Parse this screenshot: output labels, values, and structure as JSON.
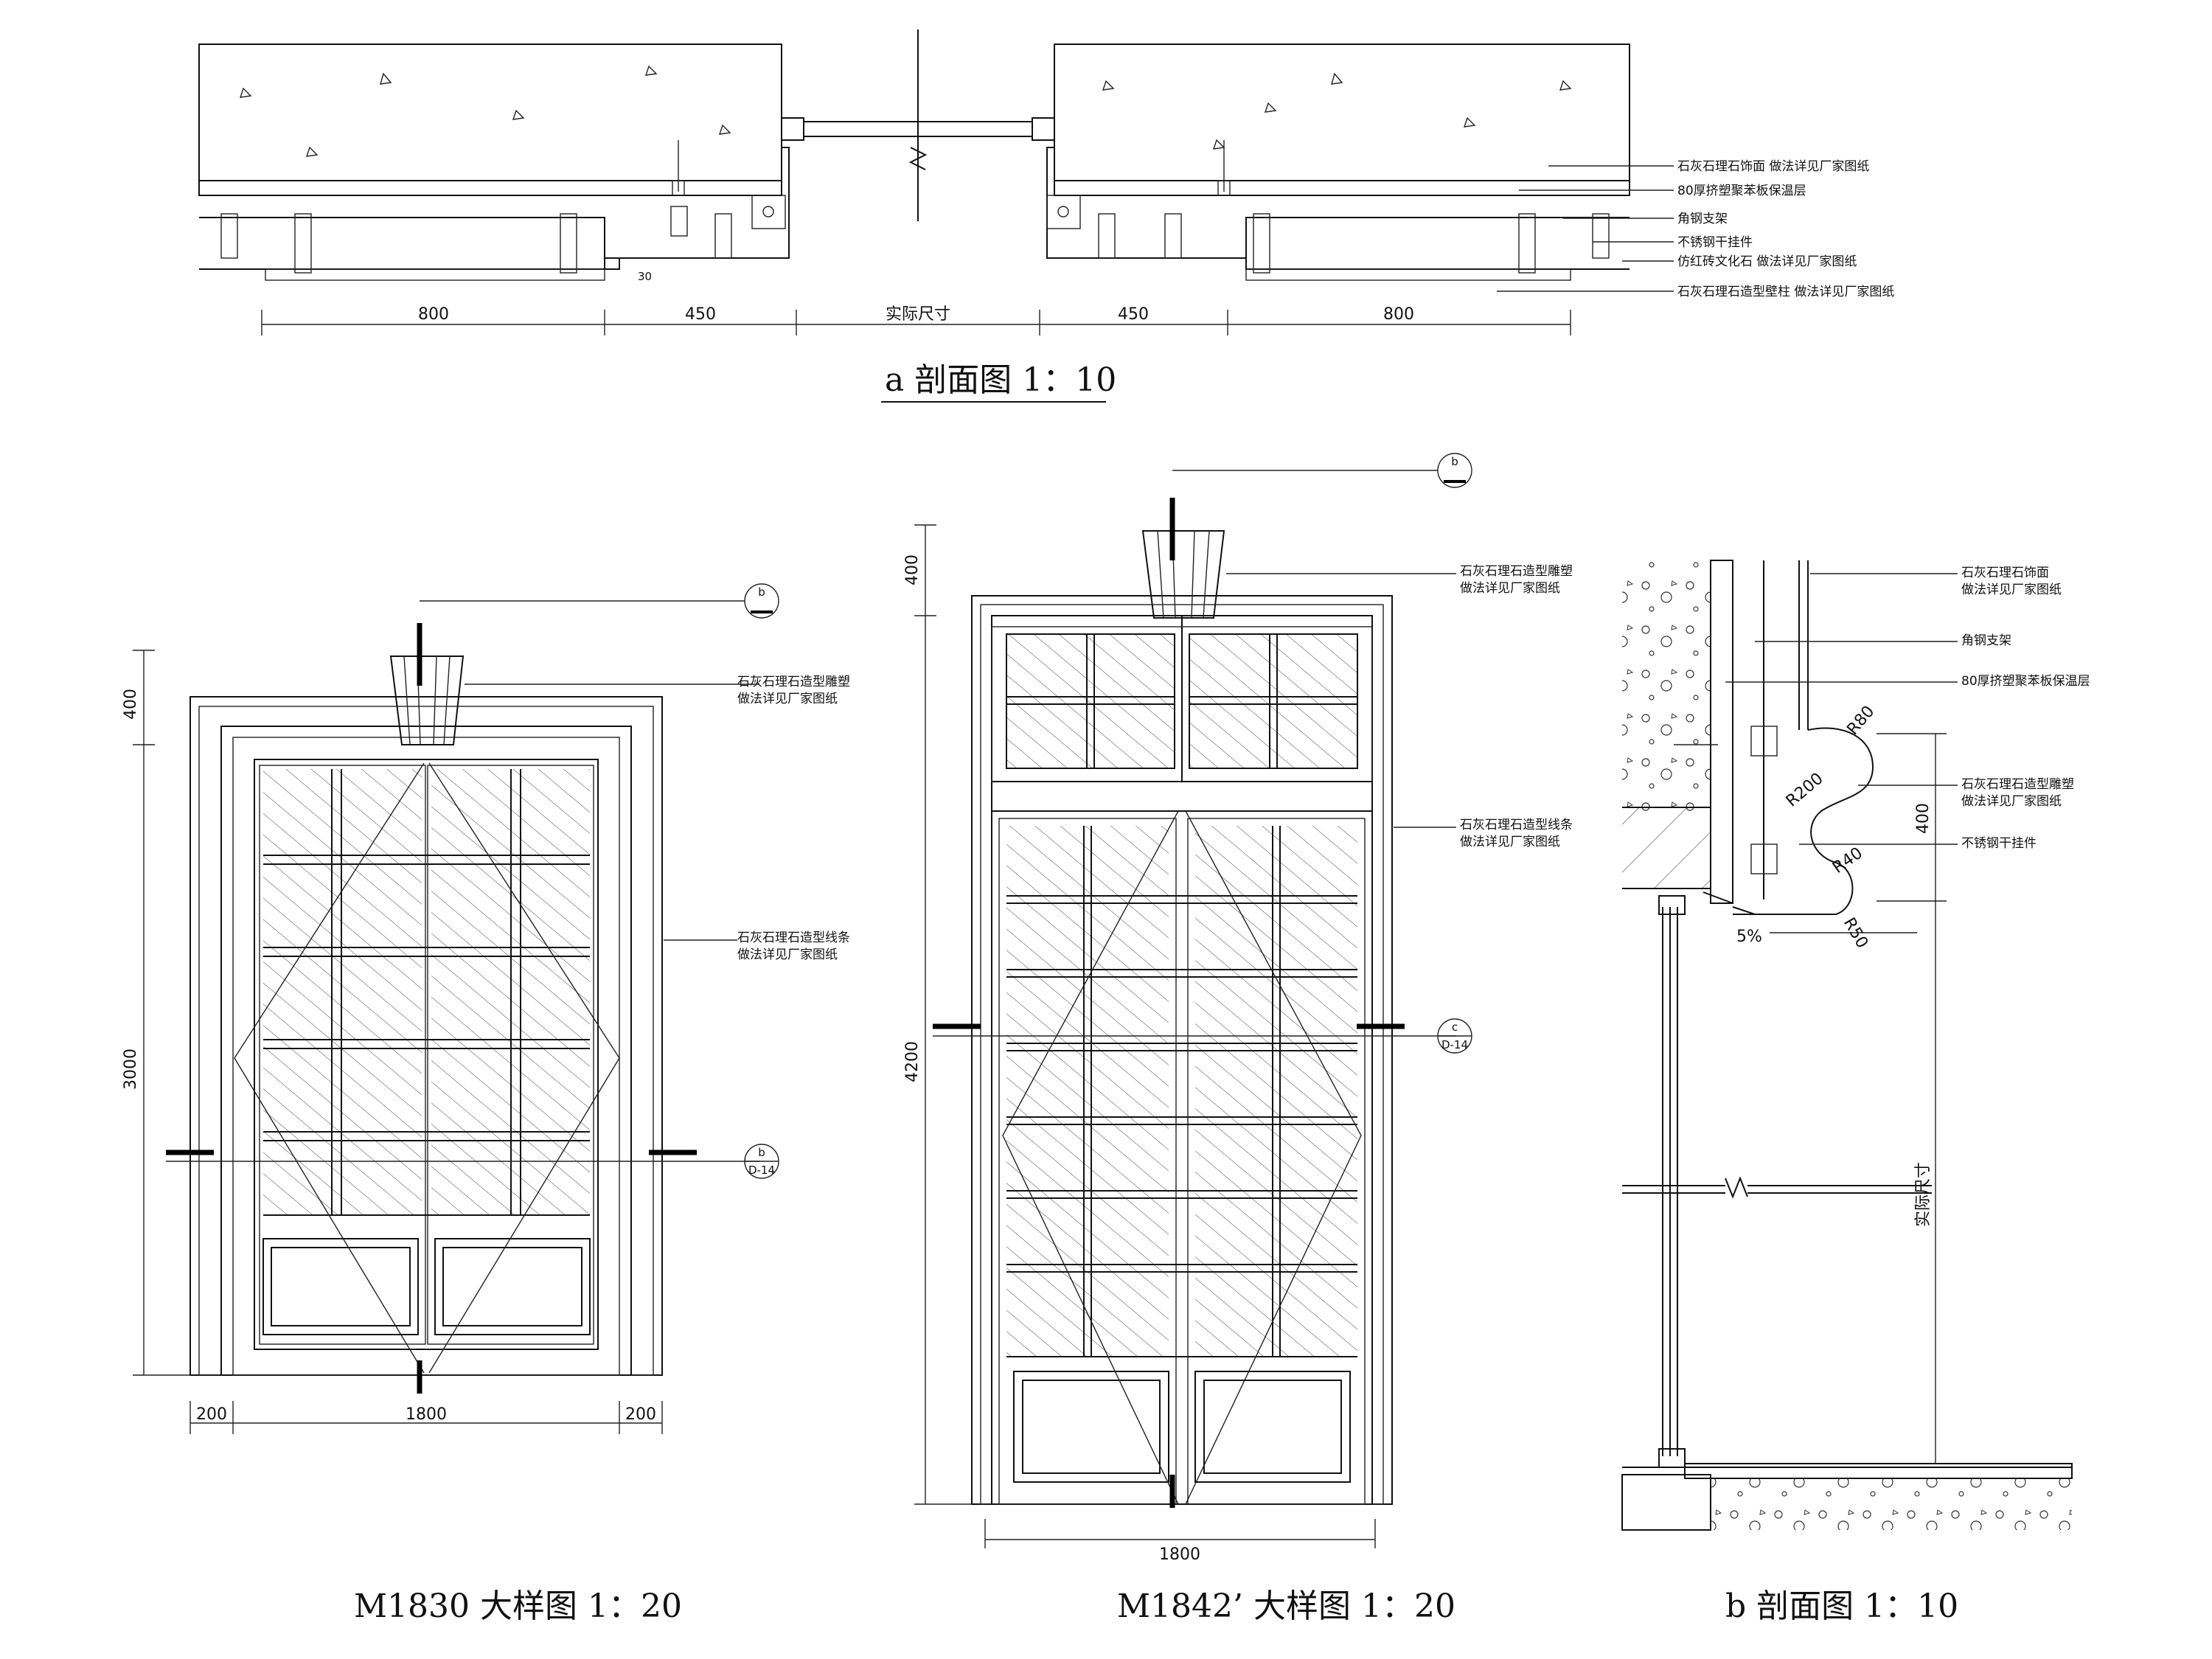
{
  "section_a": {
    "title": "a 剖面图  1：10",
    "dims": [
      "800",
      "450",
      "实际尺寸",
      "450",
      "800"
    ],
    "notes": [
      "石灰石理石饰面 做法详见厂家图纸",
      "80厚挤塑聚苯板保温层",
      "角钢支架",
      "不锈钢干挂件",
      "仿红砖文化石 做法详见厂家图纸",
      "石灰石理石造型壁柱 做法详见厂家图纸"
    ],
    "small_dim": "30"
  },
  "m1830": {
    "title": "M1830 大样图  1：20",
    "dim_top": "400",
    "dim_height": "3000",
    "dim_bottom": [
      "200",
      "1800",
      "200"
    ],
    "note_keystone": [
      "石灰石理石造型雕塑",
      "做法详见厂家图纸"
    ],
    "note_trim": [
      "石灰石理石造型线条",
      "做法详见厂家图纸"
    ],
    "tag_top": "b",
    "tag_side": [
      "b",
      "D-14"
    ]
  },
  "m1842": {
    "title": "M1842’ 大样图  1：20",
    "dim_top": "400",
    "dim_height": "4200",
    "dim_bottom": "1800",
    "note_keystone": [
      "石灰石理石造型雕塑",
      "做法详见厂家图纸"
    ],
    "note_trim": [
      "石灰石理石造型线条",
      "做法详见厂家图纸"
    ],
    "tag_top": "b",
    "tag_side": [
      "c",
      "D-14"
    ]
  },
  "section_b": {
    "title": "b 剖面图  1：10",
    "notes": [
      "石灰石理石饰面",
      "做法详见厂家图纸",
      "角钢支架",
      "80厚挤塑聚苯板保温层",
      "石灰石理石造型雕塑",
      "做法详见厂家图纸",
      "不锈钢干挂件"
    ],
    "dim": "400",
    "dim_vertical": "实际尺寸",
    "radii": [
      "R80",
      "R200",
      "R40",
      "R50"
    ],
    "slope": "5%"
  }
}
